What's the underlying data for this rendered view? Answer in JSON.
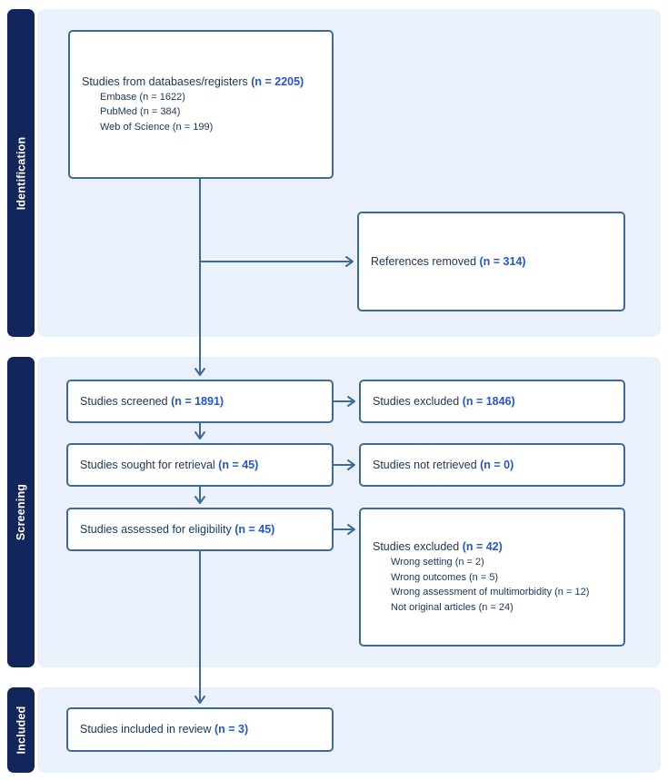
{
  "figure": {
    "type": "prisma-flow-diagram",
    "title": "PRISMA study selection flow"
  },
  "colors": {
    "canvas_bg": "#ffffff",
    "panel_bg": "#eaf1fb",
    "sidebar_bg": "#13265c",
    "sidebar_text": "#ffffff",
    "box_bg": "#ffffff",
    "box_border": "#3d6b99",
    "arrow": "#3d6b99",
    "text_navy": "#17365d",
    "text_blue_bold": "#2155d4"
  },
  "sidebar": {
    "identification": "Identification",
    "screening": "Screening",
    "included": "Included"
  },
  "boxes": {
    "databases": {
      "label": "Studies from databases/registers ",
      "count": "(n = 2205)",
      "sub_items": [
        "Embase (n = 1622)",
        "PubMed (n = 384)",
        "Web of Science (n = 199)"
      ]
    },
    "references_removed": {
      "label": "References removed ",
      "count": "(n = 314)"
    },
    "screened": {
      "label": "Studies screened ",
      "count": "(n = 1891)"
    },
    "excluded_screening": {
      "label": "Studies excluded ",
      "count": "(n = 1846)"
    },
    "sought": {
      "label": "Studies sought for retrieval ",
      "count": "(n = 45)"
    },
    "not_retrieved": {
      "label": "Studies not retrieved ",
      "count": "(n = 0)"
    },
    "assessed": {
      "label": "Studies assessed for eligibility ",
      "count": "(n = 45)"
    },
    "excluded_eligibility": {
      "label": "Studies excluded ",
      "count": "(n = 42)",
      "sub_items": [
        "Wrong setting (n = 2)",
        "Wrong outcomes (n = 5)",
        "Wrong assessment of multimorbidity (n = 12)",
        "Not original articles (n = 24)"
      ]
    },
    "included": {
      "label": "Studies included in review ",
      "count": "(n = 3)"
    }
  }
}
